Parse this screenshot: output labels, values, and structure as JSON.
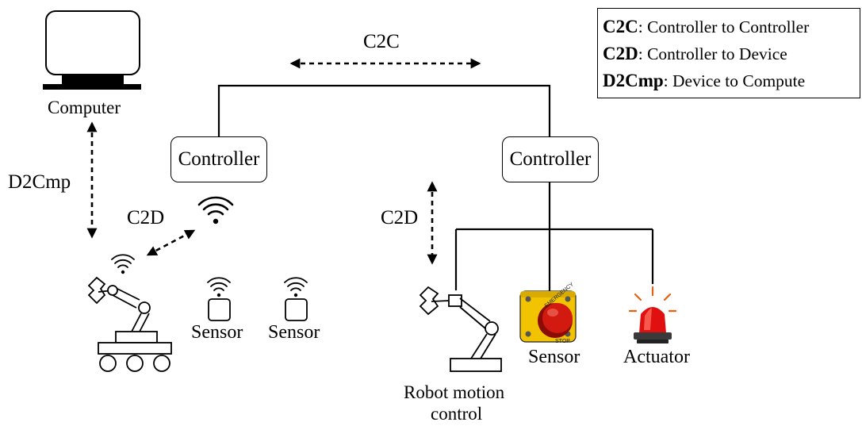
{
  "labels": {
    "computer": "Computer",
    "c2c": "C2C",
    "d2cmp": "D2Cmp",
    "c2d_left": "C2D",
    "c2d_right": "C2D",
    "controller_left": "Controller",
    "controller_right": "Controller",
    "sensor_1": "Sensor",
    "sensor_2": "Sensor",
    "sensor_3": "Sensor",
    "actuator": "Actuator",
    "robot_line1": "Robot motion",
    "robot_line2": "control",
    "emergency_top": "EMERGENCY",
    "emergency_bottom": "STOP"
  },
  "legend": [
    {
      "abbr": "C2C",
      "desc": ": Controller to Controller"
    },
    {
      "abbr": "C2D",
      "desc": ": Controller to Device"
    },
    {
      "abbr": "D2Cmp",
      "desc": ": Device to Compute"
    }
  ],
  "colors": {
    "line": "#000000",
    "stop_button_body": "#f2c300",
    "stop_button_red": "#d21a10",
    "beacon_red": "#e01010",
    "beacon_base": "#3a3a3a",
    "beacon_rays": "#e86010"
  },
  "icons": [
    "computer-icon",
    "wireless-icon",
    "mobile-robot-icon",
    "robot-arm-icon",
    "emergency-stop-icon",
    "alarm-beacon-icon"
  ]
}
